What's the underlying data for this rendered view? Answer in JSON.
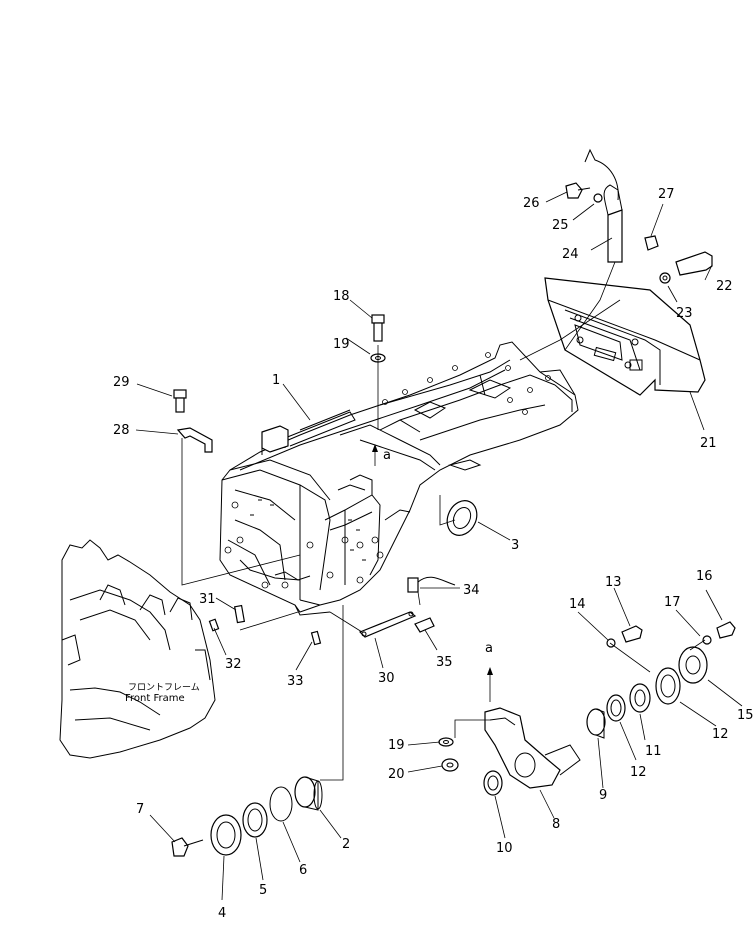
{
  "front_frame_label_jp": "フロントフレーム",
  "front_frame_label_en": "Front Frame",
  "view_marker": "a",
  "callouts": [
    {
      "id": "callout-1",
      "text": "1"
    },
    {
      "id": "callout-2",
      "text": "2"
    },
    {
      "id": "callout-3",
      "text": "3"
    },
    {
      "id": "callout-4",
      "text": "4"
    },
    {
      "id": "callout-5",
      "text": "5"
    },
    {
      "id": "callout-6",
      "text": "6"
    },
    {
      "id": "callout-7",
      "text": "7"
    },
    {
      "id": "callout-8",
      "text": "8"
    },
    {
      "id": "callout-9",
      "text": "9"
    },
    {
      "id": "callout-10",
      "text": "10"
    },
    {
      "id": "callout-11",
      "text": "11"
    },
    {
      "id": "callout-12a",
      "text": "12"
    },
    {
      "id": "callout-12b",
      "text": "12"
    },
    {
      "id": "callout-13",
      "text": "13"
    },
    {
      "id": "callout-14",
      "text": "14"
    },
    {
      "id": "callout-15",
      "text": "15"
    },
    {
      "id": "callout-16",
      "text": "16"
    },
    {
      "id": "callout-17",
      "text": "17"
    },
    {
      "id": "callout-18",
      "text": "18"
    },
    {
      "id": "callout-19a",
      "text": "19"
    },
    {
      "id": "callout-19b",
      "text": "19"
    },
    {
      "id": "callout-20",
      "text": "20"
    },
    {
      "id": "callout-21",
      "text": "21"
    },
    {
      "id": "callout-22",
      "text": "22"
    },
    {
      "id": "callout-23",
      "text": "23"
    },
    {
      "id": "callout-24",
      "text": "24"
    },
    {
      "id": "callout-25",
      "text": "25"
    },
    {
      "id": "callout-26",
      "text": "26"
    },
    {
      "id": "callout-27",
      "text": "27"
    },
    {
      "id": "callout-28",
      "text": "28"
    },
    {
      "id": "callout-29",
      "text": "29"
    },
    {
      "id": "callout-30",
      "text": "30"
    },
    {
      "id": "callout-31",
      "text": "31"
    },
    {
      "id": "callout-32",
      "text": "32"
    },
    {
      "id": "callout-33",
      "text": "33"
    },
    {
      "id": "callout-34",
      "text": "34"
    },
    {
      "id": "callout-35",
      "text": "35"
    }
  ]
}
